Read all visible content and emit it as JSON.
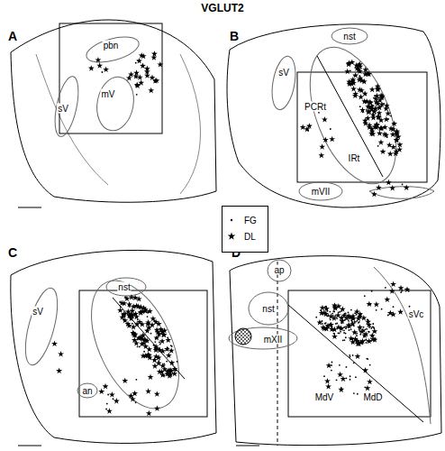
{
  "diagram": {
    "title": "VGLUT2",
    "labels": [
      "A",
      "pbn",
      "sV",
      "mV",
      "B",
      "nst",
      "sV",
      "PCRt",
      "IRt",
      "mVII",
      "C",
      "nst",
      "sV",
      "an",
      "D",
      "ap",
      "nst",
      "mXII",
      "sVc",
      "MdV",
      "MdD"
    ],
    "legend": [
      {
        "text": "FG"
      },
      {
        "text": "DL"
      }
    ]
  }
}
